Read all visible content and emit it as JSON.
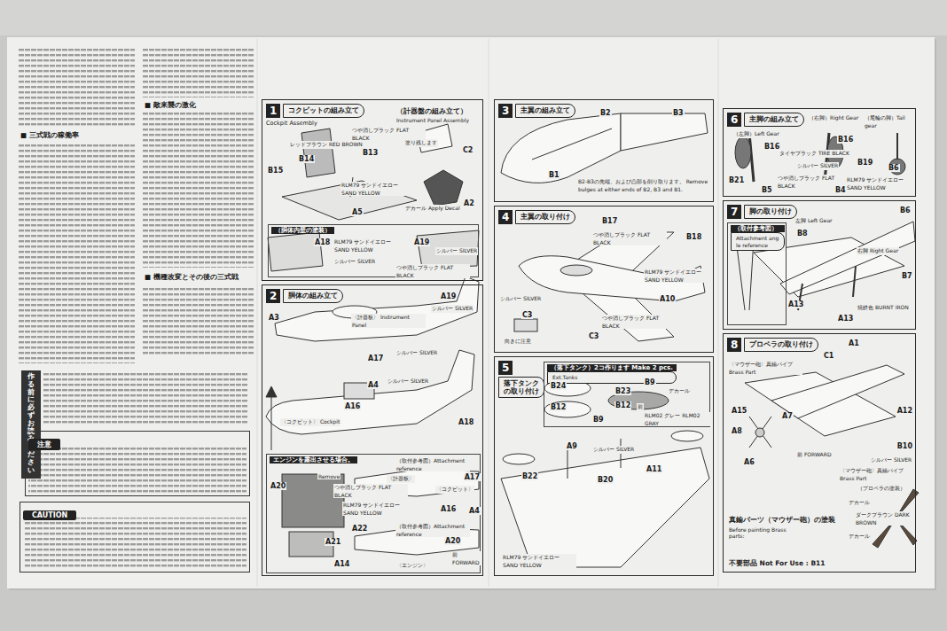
{
  "diagram": {
    "nodes": [
      {
        "text": [
          "作る前に必ずお読みください"
        ]
      },
      {
        "text": [
          "注意"
        ]
      },
      {
        "text": [
          "CAUTION"
        ]
      },
      {
        "text": [
          "1",
          "コクピットの組み立て",
          "Cockpit Assembly"
        ]
      },
      {
        "text": [
          "（胴体内壁の塗装）"
        ],
        "in": 3
      },
      {
        "text": [
          "2",
          "胴体の組み立て"
        ]
      },
      {
        "text": [
          "エンジンを露出させる場合。"
        ],
        "in": 5
      },
      {
        "text": [
          "3",
          "主翼の組み立て"
        ]
      },
      {
        "text": [
          "4",
          "主翼の取り付け"
        ]
      },
      {
        "text": [
          "5",
          "落下タンクの取り付け"
        ]
      },
      {
        "text": [
          "（落下タンク）2コ作ります Make 2 pcs.",
          "Ext.Tanks"
        ],
        "in": 9
      },
      {
        "text": [
          "6",
          "主脚の組み立て"
        ]
      },
      {
        "text": [
          "7",
          "脚の取り付け"
        ]
      },
      {
        "text": [
          "（取付参考図）",
          "Attachment angle reference"
        ],
        "in": 12
      },
      {
        "text": [
          "8",
          "プロペラの取り付け"
        ]
      }
    ],
    "labels": [
      "■ 三式戦の稼働率",
      "■ 敵来襲の激化",
      "■ 機種改変とその後の三式戦",
      "（計器盤の組み立て）",
      "Instrument Panel Assembly",
      "レッドブラウン RED BROWN",
      "つや消しブラック FLAT BLACK",
      "B13",
      "B15",
      "B14",
      "RLM79 サンドイエロー SAND YELLOW",
      "A5",
      "塗り残します",
      "C2",
      "A2",
      "デカール Apply Decal",
      "A18",
      "RLM79 サンドイエロー SAND YELLOW",
      "シルバー SILVER",
      "A19",
      "シルバー SILVER",
      "つや消しブラック FLAT BLACK",
      "〈計器板〉 Instrument Panel",
      "A19",
      "シルバー SILVER",
      "A3",
      "A17",
      "シルバー SILVER",
      "A4",
      "A16",
      "シルバー SILVER",
      "〈コクピット〉 Cockpit",
      "A18",
      "（取付参考図）Attachment reference",
      "〈計器板〉",
      "〈コクピット〉",
      "A17",
      "A16",
      "A4",
      "Remove",
      "つや消しブラック FLAT BLACK",
      "A20",
      "RLM79 サンドイエロー SAND YELLOW",
      "A22",
      "A21",
      "A14",
      "（取付参考図）Attachment reference",
      "A20",
      "前 FORWARD",
      "〈エンジン〉",
      "B2",
      "B3",
      "B1",
      "B2-B3の先端、および凸部を削り取ります。 Remove bulges at either ends of B2, B3 and B1.",
      "B17",
      "B18",
      "つや消しブラック FLAT BLACK",
      "RLM79 サンドイエロー SAND YELLOW",
      "A10",
      "シルバー SILVER",
      "C3",
      "向きに注意",
      "つや消しブラック FLAT BLACK",
      "C3",
      "B24",
      "B23",
      "B12",
      "B12",
      "B9",
      "B9",
      "デカール",
      "前",
      "RLM02 グレー RLM02 GRAY",
      "A9",
      "シルバー SILVER",
      "A11",
      "B22",
      "B20",
      "RLM79 サンドイエロー SAND YELLOW",
      "（左脚）Left Gear",
      "（右脚）Right Gear",
      "（尾輪の脚）Tail gear",
      "B16",
      "B16",
      "タイヤブラック TIRE BLACK",
      "B19",
      "シルバー SILVER",
      "B6",
      "つや消しブラック FLAT BLACK",
      "B21",
      "B5",
      "B4",
      "RLM79 サンドイエロー SAND YELLOW",
      "左脚 Left Gear",
      "B8",
      "B6",
      "右脚 Right Gear",
      "B7",
      "A13",
      "A13",
      "焼鉄色 BURNT IRON",
      "A1",
      "C1",
      "〈マウザー砲〉真鍮パイプ Brass Part",
      "A12",
      "A15",
      "A7",
      "A8",
      "A6",
      "前 FORWARD",
      "B10",
      "シルバー SILVER",
      "〈マウザー砲〉真鍮パイプ Brass Part",
      "（プロペラの塗装）",
      "デカール",
      "ダークブラウン DARK BROWN",
      "デカール",
      "真鍮パーツ（マウザー砲）の塗装",
      "Before painting Brass parts:",
      "不要部品 Not For Use : B11"
    ]
  }
}
